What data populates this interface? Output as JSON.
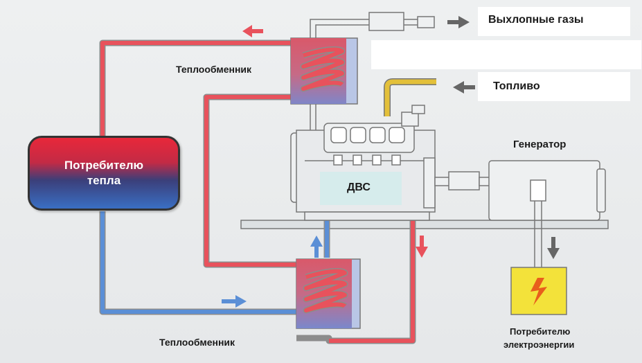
{
  "labels": {
    "exhaust": "Выхлопные газы",
    "fuel": "Топливо",
    "generator": "Генератор",
    "heat_exchanger_top": "Теплообменник",
    "heat_exchanger_bottom": "Теплообменник",
    "engine": "ДВС",
    "heat_consumer_line1": "Потребителю",
    "heat_consumer_line2": "тепла",
    "power_consumer_line1": "Потребителю",
    "power_consumer_line2": "электроэнергии"
  },
  "colors": {
    "hot": "#e8525c",
    "cold": "#5b8fd6",
    "fuel": "#e3c03a",
    "power_box": "#f3e23a",
    "arrow": "#666666"
  }
}
